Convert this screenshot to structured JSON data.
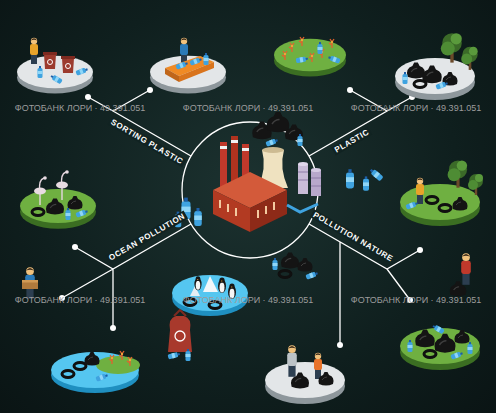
{
  "diagram": {
    "labels": [
      "ФОТОБАНК ЛОРИ · 49.391.051",
      "ФОТОБАНК ЛОРИ · 49.391.051",
      "ФОТОБАНК ЛОРИ · 49.391.051",
      "SORTING PLASTIC",
      "PLASTIC",
      "OCEAN POLLUTION",
      "POLLUTION NATURE",
      "ФОТОБАНК ЛОРИ · 49.391.051",
      "ФОТОБАНК ЛОРИ · 49.391.051",
      "ФОТОБАНК ЛОРИ · 49.391.051"
    ]
  }
}
